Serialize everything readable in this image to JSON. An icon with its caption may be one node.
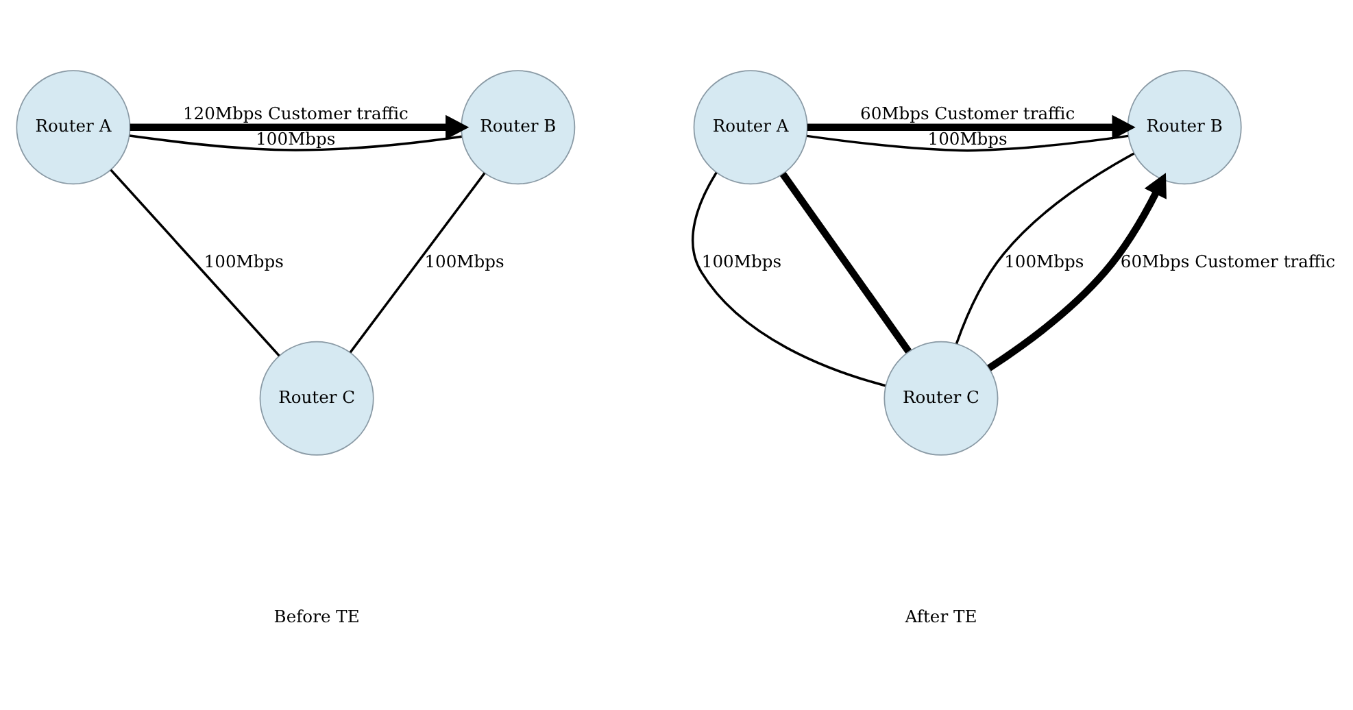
{
  "diagram": {
    "nodes": [
      {
        "text": [
          "Router A"
        ]
      },
      {
        "text": [
          "Router B"
        ]
      },
      {
        "text": [
          "Router C"
        ]
      },
      {
        "text": [
          "Router A"
        ]
      },
      {
        "text": [
          "Router B"
        ]
      },
      {
        "text": [
          "Router C"
        ]
      }
    ],
    "edges": [
      {
        "from": 0,
        "to": 1,
        "arrow": "none",
        "label": "100Mbps"
      },
      {
        "from": 0,
        "to": 1,
        "arrow": "to",
        "style": "thick",
        "label": "120Mbps Customer traffic"
      },
      {
        "from": 0,
        "to": 2,
        "arrow": "none",
        "label": "100Mbps"
      },
      {
        "from": 1,
        "to": 2,
        "arrow": "none",
        "label": "100Mbps"
      },
      {
        "from": 3,
        "to": 4,
        "arrow": "none",
        "label": "100Mbps"
      },
      {
        "from": 3,
        "to": 4,
        "arrow": "to",
        "style": "thick",
        "label": "60Mbps Customer traffic"
      },
      {
        "from": 3,
        "to": 5,
        "arrow": "none",
        "label": "100Mbps"
      },
      {
        "from": 4,
        "to": 5,
        "arrow": "none",
        "label": "100Mbps"
      },
      {
        "from": 3,
        "to": 5,
        "arrow": "none",
        "style": "thick"
      },
      {
        "from": 5,
        "to": 4,
        "arrow": "to",
        "style": "thick",
        "label": "60Mbps Customer traffic"
      }
    ],
    "labels": [
      "Before TE",
      "After TE"
    ]
  }
}
